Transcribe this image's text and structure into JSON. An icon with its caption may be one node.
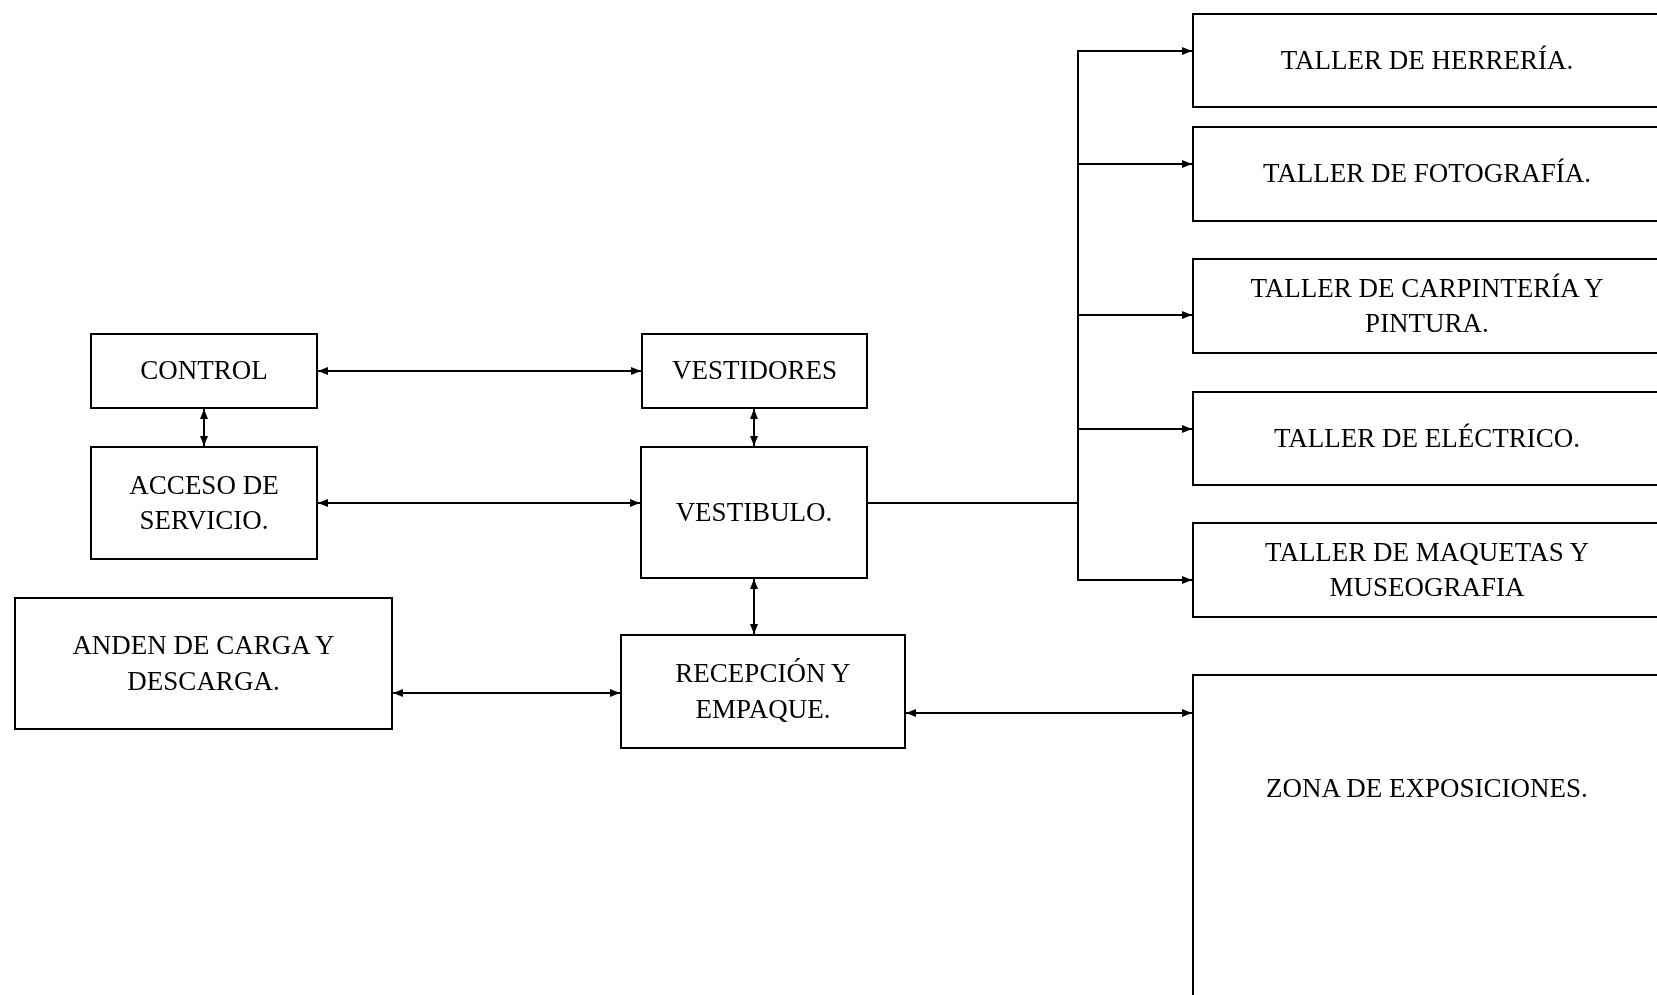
{
  "diagram": {
    "nodes": [
      {
        "text": [
          "CONTROL"
        ]
      },
      {
        "text": [
          "VESTIDORES"
        ]
      },
      {
        "text": [
          "ACCESO DE SERVICIO."
        ]
      },
      {
        "text": [
          "VESTIBULO."
        ]
      },
      {
        "text": [
          "ANDEN DE CARGA Y DESCARGA."
        ]
      },
      {
        "text": [
          "RECEPCIÓN Y EMPAQUE."
        ]
      },
      {
        "text": [
          "TALLER DE HERRERÍA."
        ]
      },
      {
        "text": [
          "TALLER DE FOTOGRAFÍA."
        ]
      },
      {
        "text": [
          "TALLER DE CARPINTERÍA Y PINTURA."
        ]
      },
      {
        "text": [
          "TALLER DE ELÉCTRICO."
        ]
      },
      {
        "text": [
          "TALLER DE MAQUETAS Y MUSEOGRAFIA"
        ]
      },
      {
        "text": [
          "ZONA DE EXPOSICIONES."
        ]
      }
    ],
    "edges": [
      {
        "from": 0,
        "to": 1,
        "arrow": "both"
      },
      {
        "from": 0,
        "to": 2,
        "arrow": "both"
      },
      {
        "from": 2,
        "to": 3,
        "arrow": "both"
      },
      {
        "from": 1,
        "to": 3,
        "arrow": "both"
      },
      {
        "from": 3,
        "to": 5,
        "arrow": "both"
      },
      {
        "from": 4,
        "to": 5,
        "arrow": "both"
      },
      {
        "from": 5,
        "to": 11,
        "arrow": "both"
      },
      {
        "from": 3,
        "to": 6,
        "arrow": "to"
      },
      {
        "from": 3,
        "to": 7,
        "arrow": "to"
      },
      {
        "from": 3,
        "to": 8,
        "arrow": "to"
      },
      {
        "from": 3,
        "to": 9,
        "arrow": "to"
      },
      {
        "from": 3,
        "to": 10,
        "arrow": "to"
      }
    ]
  }
}
